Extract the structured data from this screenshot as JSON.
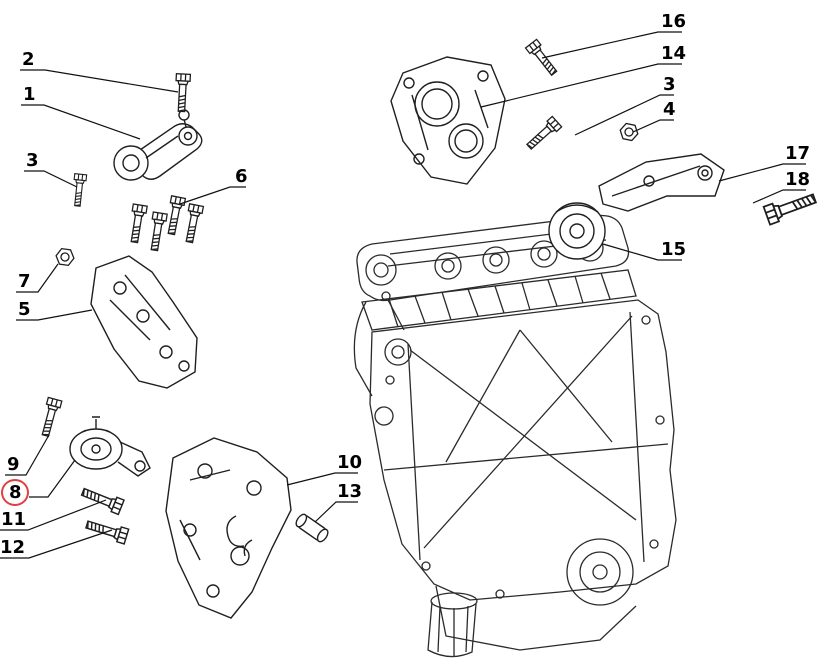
{
  "diagram": {
    "kind": "exploded-parts-diagram",
    "subject": "engine-mounting-assembly",
    "background_color": "#ffffff",
    "line_color": "#1f1f1f",
    "highlight_color": "#e04040",
    "highlighted_callout": "8",
    "callouts": [
      {
        "label": "2",
        "part": "bolt",
        "highlighted": false
      },
      {
        "label": "1",
        "part": "upper-engine-mount",
        "highlighted": false
      },
      {
        "label": "3",
        "part": "bolt",
        "highlighted": false
      },
      {
        "label": "6",
        "part": "bolt-set",
        "highlighted": false
      },
      {
        "label": "7",
        "part": "nut",
        "highlighted": false
      },
      {
        "label": "5",
        "part": "support-bracket",
        "highlighted": false
      },
      {
        "label": "9",
        "part": "bolt",
        "highlighted": false
      },
      {
        "label": "8",
        "part": "engine-mount",
        "highlighted": true
      },
      {
        "label": "11",
        "part": "bolt",
        "highlighted": false
      },
      {
        "label": "12",
        "part": "bolt",
        "highlighted": false
      },
      {
        "label": "10",
        "part": "support-bracket",
        "highlighted": false
      },
      {
        "label": "13",
        "part": "spacer-sleeve",
        "highlighted": false
      },
      {
        "label": "16",
        "part": "bolt",
        "highlighted": false
      },
      {
        "label": "14",
        "part": "mount-bracket",
        "highlighted": false
      },
      {
        "label": "3",
        "part": "bolt",
        "highlighted": false
      },
      {
        "label": "4",
        "part": "nut",
        "highlighted": false
      },
      {
        "label": "17",
        "part": "mount-arm",
        "highlighted": false
      },
      {
        "label": "18",
        "part": "bolt",
        "highlighted": false
      },
      {
        "label": "15",
        "part": "cylindrical-bushing",
        "highlighted": false
      }
    ]
  }
}
